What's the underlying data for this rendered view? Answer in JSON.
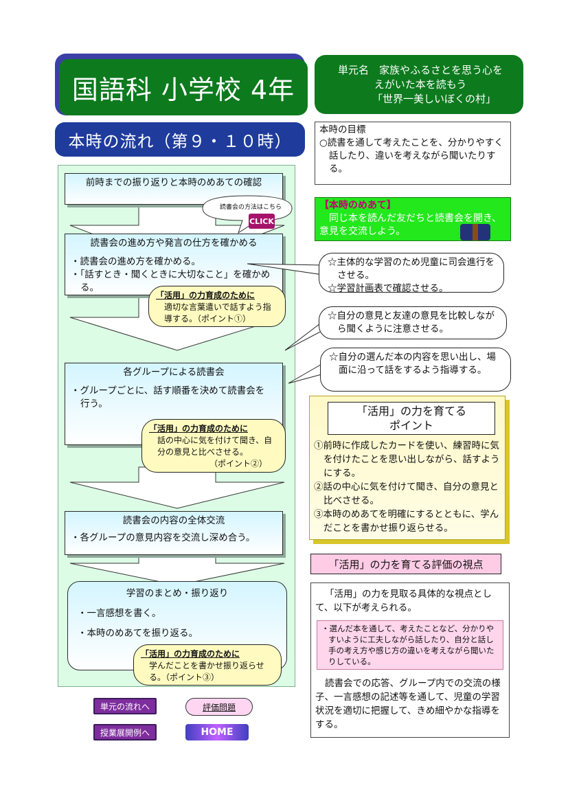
{
  "header": {
    "title": "国語科 小学校 4年",
    "unit_line1": "単元名　家族やふるさとを思う心を",
    "unit_line2": "えがいた本を読もう",
    "unit_line3": "「世界一美しいぼくの村」"
  },
  "flow_title": "本時の流れ（第９・１０時）",
  "goal": {
    "label": "本時の目標",
    "body": "○読書を通して考えたことを、分かりやすく話したり、違いを考えながら聞いたりする。"
  },
  "aim": {
    "label": "【本時のめあて】",
    "body": "同じ本を読んだ友だちと読書会を開き、意見を交流しよう。"
  },
  "bubble": {
    "text": "読書会の方法はこちら",
    "click_label": "CLICK"
  },
  "steps": [
    {
      "head": "前時までの振り返りと本時のめあての確認",
      "items": []
    },
    {
      "head": "読書会の進め方や発言の仕方を確かめる",
      "items": [
        "・読書会の進め方を確かめる。",
        "・「話すとき・聞くときに大切なこと」を確かめる。"
      ]
    },
    {
      "head": "各グループによる読書会",
      "items": [
        "・グループごとに、話す順番を決めて読書会を行う。"
      ]
    },
    {
      "head": "読書会の内容の全体交流",
      "items": [
        "・各グループの意見内容を交流し深め合う。"
      ]
    },
    {
      "head": "学習のまとめ・振り返り",
      "items": [
        "・一言感想を書く。",
        "・本時のめあてを振り返る。"
      ]
    }
  ],
  "katsuyo": [
    {
      "head": "「活用」の力育成のために",
      "body": "適切な言葉遣いで話すよう指導する。（ポイント①）"
    },
    {
      "head": "「活用」の力育成のために",
      "body": "話の中心に気を付けて聞き、自分の意見と比べさせる。",
      "point": "（ポイント②）"
    },
    {
      "head": "「活用」の力育成のために",
      "body": "学んだことを書かせ振り返らせる。（ポイント③）"
    }
  ],
  "callouts": [
    {
      "line1": "☆主体的な学習のため児童に司会進行をさせる。",
      "line2": "☆学習計画表で確認させる。"
    },
    {
      "line1": "☆自分の意見と友達の意見を比較しながら聞くように注意させる。"
    },
    {
      "line1": "☆自分の選んだ本の内容を思い出し、場面に沿って話をするよう指導する。"
    }
  ],
  "point_box": {
    "title1": "「活用」の力を育てる",
    "title2": "ポイント",
    "items": [
      "①前時に作成したカードを使い、練習時に気を付けたことを思い出しながら、話すようにする。",
      "②話の中心に気を付けて聞き、自分の意見と比べさせる。",
      "③本時のめあてを明確にするとともに、学んだことを書かせ振り返らせる。"
    ]
  },
  "evaluation": {
    "title": "「活用」の力を育てる評価の視点",
    "intro": "「活用」の力を見取る具体的な視点として、以下が考えられる。",
    "highlight": "・選んだ本を通して、考えたことなど、分かりやすいように工夫しながら話したり、自分と話し手の考え方や感じ方の違いを考えながら聞いたりしている。",
    "body": "読書会での応答、グループ内での交流の様子、一言感想の記述等を通して、児童の学習状況を適切に把握して、きめ細やかな指導をする。"
  },
  "nav": {
    "unit_flow": "単元の流れへ",
    "lesson_plan": "授業展開例へ",
    "eval_problem": "評価問題",
    "home": "HOME"
  },
  "colors": {
    "header_green": "#0d7a1e",
    "flow_blue": "#1f3c9c",
    "aim_green": "#22e81c",
    "panel_mint": "#dcfce6",
    "nav_purple": "#7e2d9e"
  }
}
